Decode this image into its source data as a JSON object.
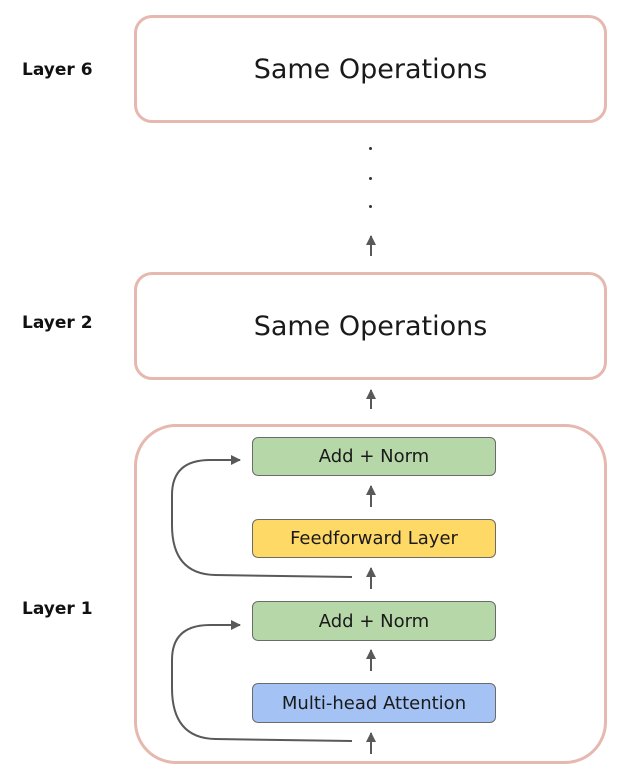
{
  "layers": {
    "layer6": {
      "label": "Layer 6",
      "text": "Same Operations"
    },
    "layer2": {
      "label": "Layer 2",
      "text": "Same Operations"
    },
    "layer1": {
      "label": "Layer 1"
    }
  },
  "ops": {
    "add_norm_top": "Add + Norm",
    "feedforward": "Feedforward Layer",
    "add_norm_bottom": "Add + Norm",
    "attention": "Multi-head Attention"
  },
  "colors": {
    "layer_border": "#e6b8af",
    "add_norm_fill": "#b6d7a8",
    "feedforward_fill": "#ffd966",
    "attention_fill": "#a4c2f4",
    "arrow": "#595959"
  }
}
